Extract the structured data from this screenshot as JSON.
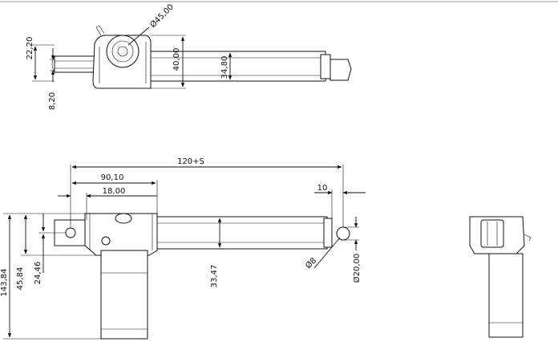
{
  "drawing": {
    "top_view": {
      "dim_22_20": "22,20",
      "dim_8_20": "8,20",
      "dim_phi45": "Ø45,00",
      "dim_40": "40,00",
      "dim_34_80": "34,80"
    },
    "side_view": {
      "dim_120s": "120+S",
      "dim_90_10": "90,10",
      "dim_18": "18,00",
      "dim_10": "10",
      "dim_143_84": "143,84",
      "dim_45_84": "45,84",
      "dim_24_46": "24,46",
      "dim_33_47": "33,47",
      "dim_phi8": "Ø8",
      "dim_phi20": "Ø20,00"
    }
  }
}
